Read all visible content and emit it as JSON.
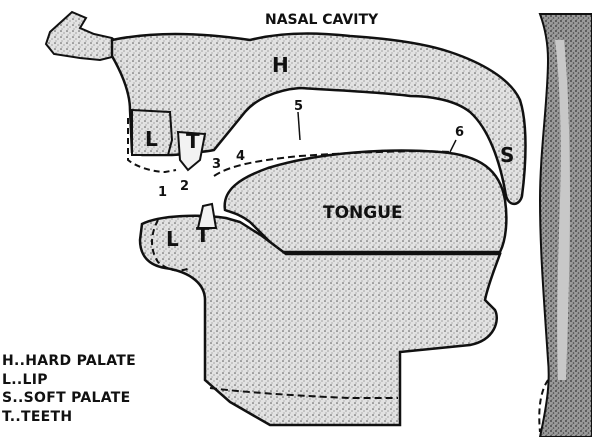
{
  "labels": {
    "nasal_cavity": "NASAL CAVITY",
    "tongue": "TONGUE",
    "hard_palate_marker": "H",
    "upper_lip_marker": "L",
    "lower_lip_marker": "L",
    "upper_teeth_marker": "T",
    "lower_teeth_marker": "T",
    "soft_palate_marker": "S"
  },
  "places": [
    "1",
    "2",
    "3",
    "4",
    "5",
    "6"
  ],
  "legend": [
    {
      "key": "H",
      "text": "..HARD PALATE"
    },
    {
      "key": "L",
      "text": "..LIP"
    },
    {
      "key": "S",
      "text": "..SOFT PALATE"
    },
    {
      "key": "T",
      "text": "..TEETH"
    }
  ]
}
